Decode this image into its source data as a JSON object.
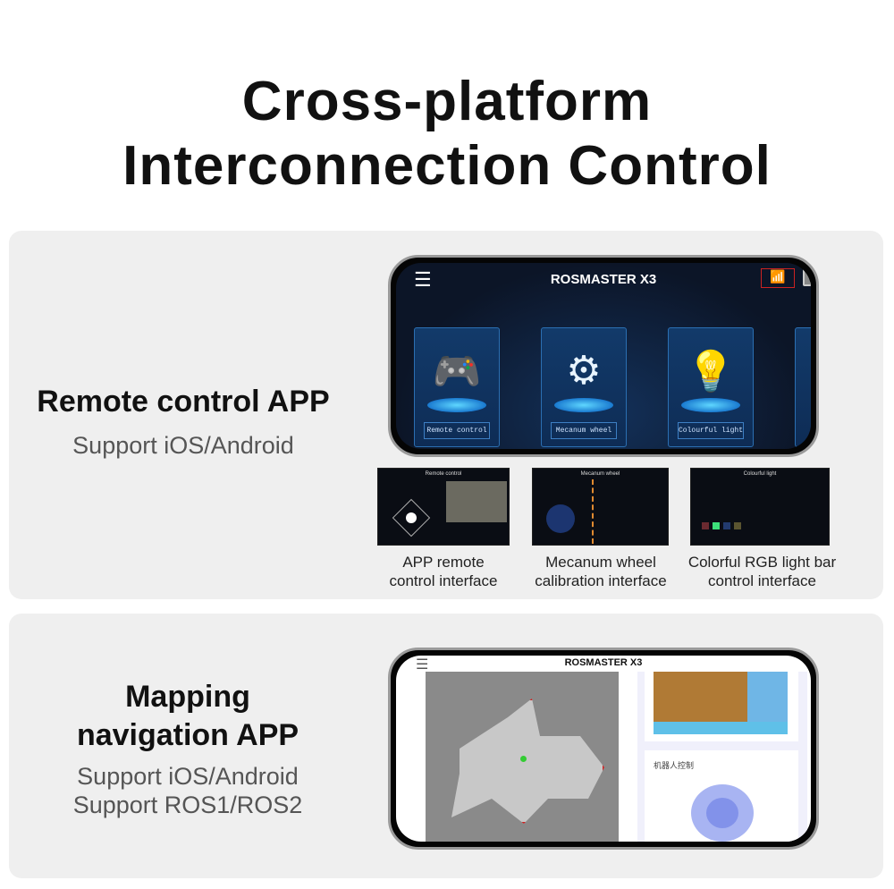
{
  "title": {
    "line1": "Cross-platform",
    "line2": "Interconnection Control"
  },
  "remote": {
    "title": "Remote control APP",
    "subtitle": "Support iOS/Android",
    "app": {
      "header": "ROSMASTER X3",
      "cards": [
        "Remote control",
        "Mecanum wheel",
        "Colourful light"
      ]
    },
    "thumbs": [
      {
        "title": "Remote control",
        "caption1": "APP remote",
        "caption2": "control interface"
      },
      {
        "title": "Mecanum wheel",
        "caption1": "Mecanum wheel",
        "caption2": "calibration interface"
      },
      {
        "title": "Colourful light",
        "caption1": "Colorful RGB light bar",
        "caption2": "control interface"
      }
    ]
  },
  "mapping": {
    "title1": "Mapping",
    "title2": "navigation APP",
    "sub1": "Support iOS/Android",
    "sub2": "Support ROS1/ROS2",
    "app": {
      "header": "ROSMASTER X3",
      "control_label": "机器人控制"
    }
  },
  "colors": {
    "dark_screen": "#0c1527",
    "accent_blue": "#2b6fb2",
    "joystick": "#8f9ff0"
  }
}
